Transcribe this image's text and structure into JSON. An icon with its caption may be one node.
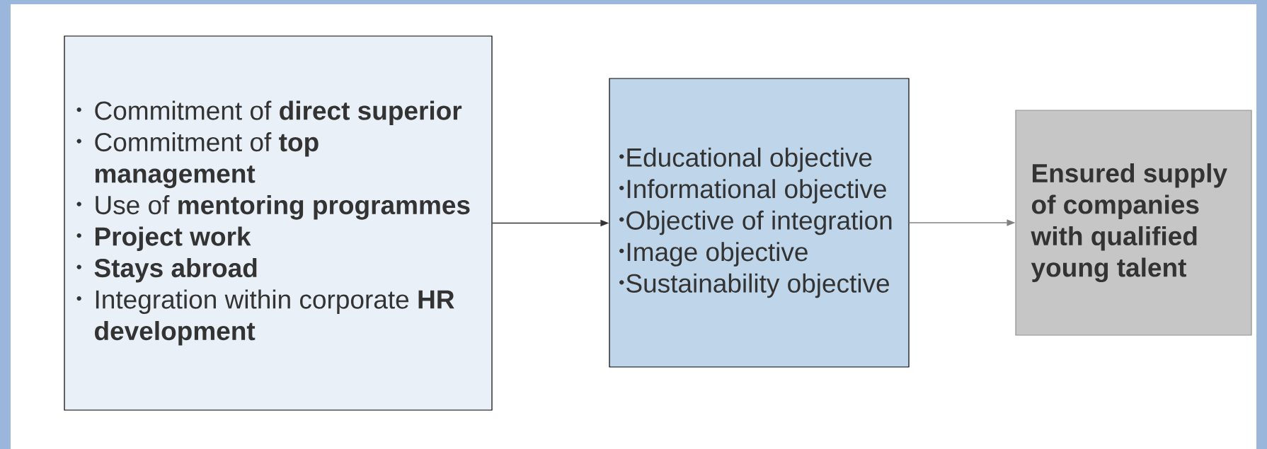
{
  "diagram": {
    "nodes": [
      {
        "text": [
          "Commitment of **direct superior**",
          "Commitment of **top management**",
          "Use of **mentoring programmes**",
          "**Project work**",
          "**Stays abroad**",
          "Integration within corporate **HR development**"
        ]
      },
      {
        "text": [
          "Educational objective",
          "Informational objective",
          "Objective of integration",
          "Image objective",
          "Sustainability objective"
        ]
      },
      {
        "text": [
          "Ensured supply of companies with qualified young talent"
        ]
      }
    ],
    "edges": [
      {
        "from": 0,
        "to": 1,
        "arrow": "to"
      },
      {
        "from": 1,
        "to": 2,
        "arrow": "to",
        "color": "#808080"
      }
    ]
  }
}
